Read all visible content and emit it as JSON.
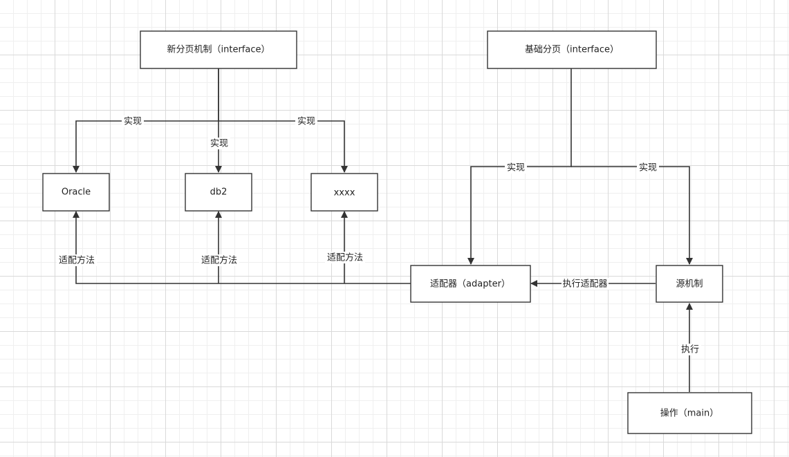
{
  "nodes": {
    "new_paging": "新分页机制（interface）",
    "basic_paging": "基础分页（interface）",
    "oracle": "Oracle",
    "db2": "db2",
    "xxxx": "xxxx",
    "adapter": "适配器（adapter）",
    "source": "源机制",
    "operation": "操作（main）"
  },
  "edges": {
    "implement": "实现",
    "adapt_method": "适配方法",
    "run_adapter": "执行适配器",
    "run": "执行"
  }
}
